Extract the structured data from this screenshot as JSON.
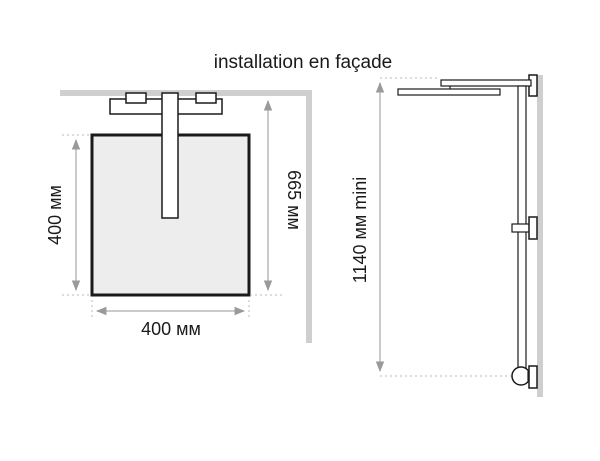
{
  "title": "installation en façade",
  "front_view": {
    "width_label": "400 мм",
    "height_label": "400 мм",
    "depth_label": "665 мм"
  },
  "side_view": {
    "height_label": "1140 мм mini"
  },
  "colors": {
    "wall": "#cfcfcf",
    "plate": "#ededed",
    "outline": "#1a1a1a",
    "dimension": "#b8b8b8",
    "arrow": "#9a9a9a"
  }
}
